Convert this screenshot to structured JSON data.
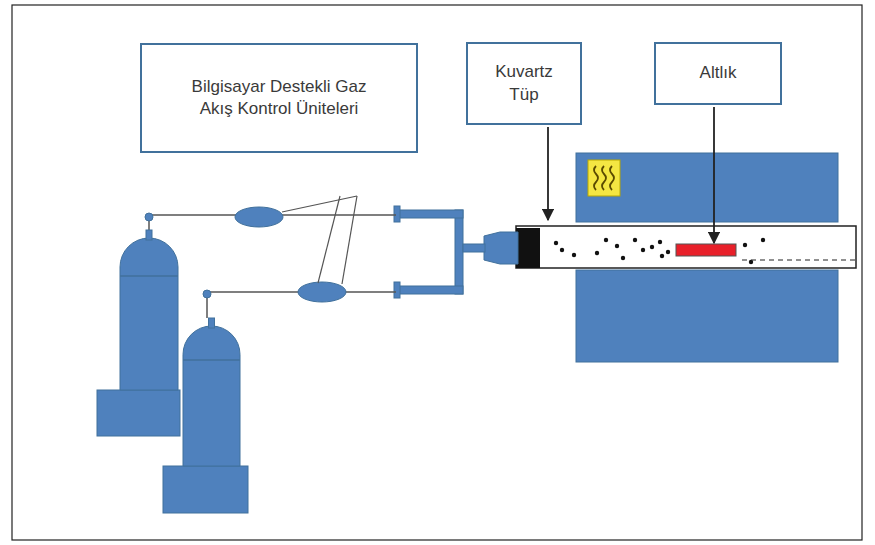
{
  "diagram": {
    "nodes": [
      {
        "text": [
          "Bilgisayar Destekli Gaz Akış Kontrol Üniteleri"
        ]
      },
      {
        "text": [
          "Kuvartz Tüp"
        ]
      },
      {
        "text": [
          "Altlık"
        ]
      }
    ]
  }
}
